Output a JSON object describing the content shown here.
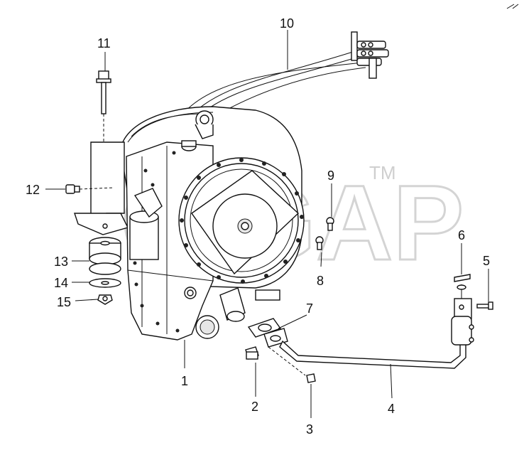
{
  "watermark": {
    "text": "GIGAP",
    "trademark": "TM"
  },
  "callouts": [
    {
      "id": "1",
      "label": "1"
    },
    {
      "id": "2",
      "label": "2"
    },
    {
      "id": "3",
      "label": "3"
    },
    {
      "id": "4",
      "label": "4"
    },
    {
      "id": "5",
      "label": "5"
    },
    {
      "id": "6",
      "label": "6"
    },
    {
      "id": "7",
      "label": "7"
    },
    {
      "id": "8",
      "label": "8"
    },
    {
      "id": "9",
      "label": "9"
    },
    {
      "id": "10",
      "label": "10"
    },
    {
      "id": "11",
      "label": "11"
    },
    {
      "id": "12",
      "label": "12"
    },
    {
      "id": "13",
      "label": "13"
    },
    {
      "id": "14",
      "label": "14"
    },
    {
      "id": "15",
      "label": "15"
    }
  ]
}
